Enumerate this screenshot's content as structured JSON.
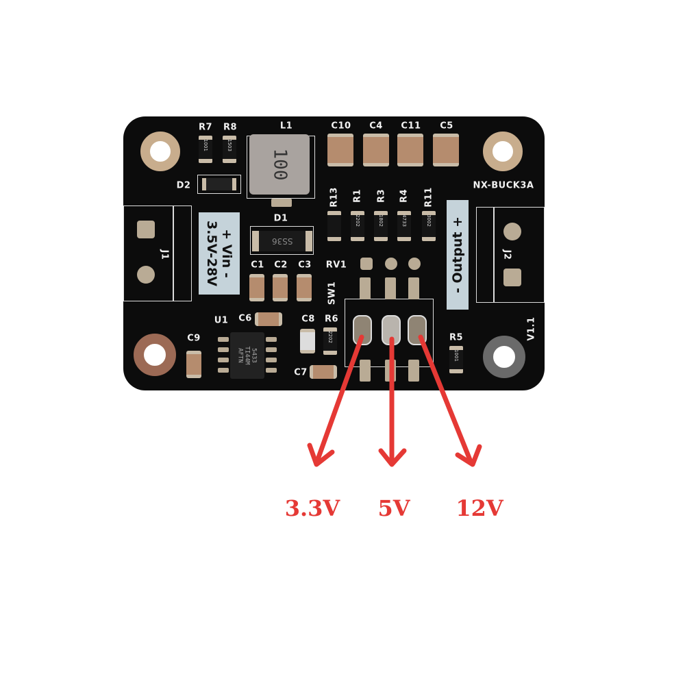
{
  "board": {
    "name": "NX-BUCK3A",
    "version": "V1.1",
    "input_label": "+ Vin -",
    "input_range": "3.5V-28V",
    "output_label": "- Output +",
    "inductor_marking": "100",
    "diode_marking": "SS36",
    "ic_marking": [
      "5433",
      "TI44M",
      "AFTN"
    ],
    "resistor_markings": {
      "R7": "1001",
      "R8": "1503",
      "R1": "2202",
      "R3": "1802",
      "R4": "4733",
      "R11": "3002",
      "R6": "2202",
      "R5": "1001"
    },
    "designators": {
      "R7": "R7",
      "R8": "R8",
      "L1": "L1",
      "C10": "C10",
      "C4": "C4",
      "C11": "C11",
      "C5": "C5",
      "D2": "D2",
      "R13": "R13",
      "R1": "R1",
      "R3": "R3",
      "R4": "R4",
      "R11": "R11",
      "D1": "D1",
      "J1": "J1",
      "J2": "J2",
      "C1": "C1",
      "C2": "C2",
      "C3": "C3",
      "RV1": "RV1",
      "SW1": "SW1",
      "U1": "U1",
      "C6": "C6",
      "C8": "C8",
      "R6": "R6",
      "C9": "C9",
      "C7": "C7",
      "R5": "R5"
    }
  },
  "annotations": {
    "color": "#e53935",
    "voltages": [
      "3.3V",
      "5V",
      "12V"
    ]
  }
}
